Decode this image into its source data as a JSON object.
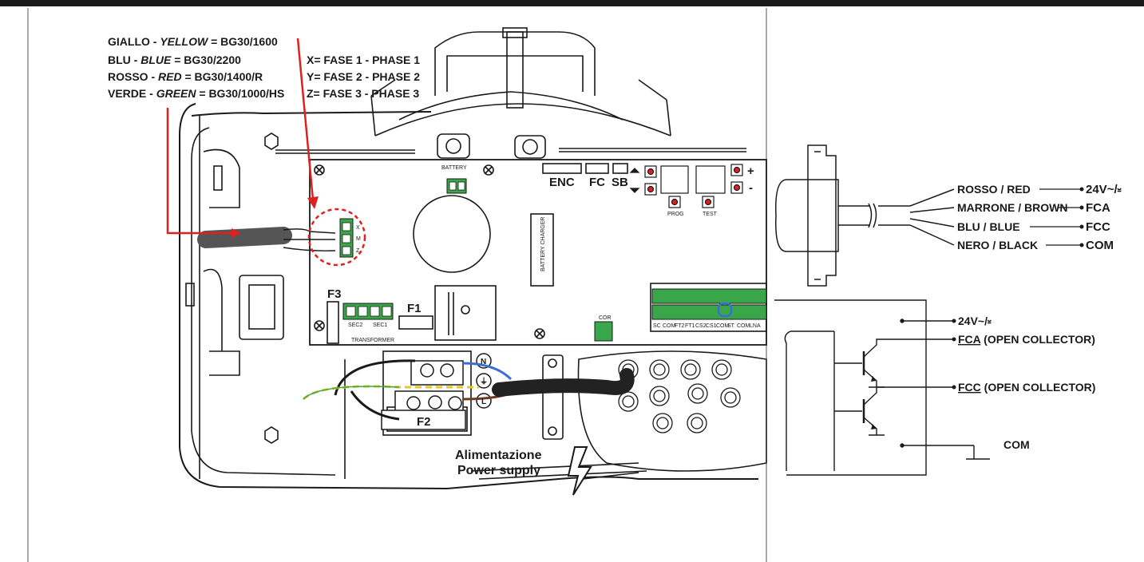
{
  "legend_colors": {
    "yellow": {
      "prefix": "GIALLO - ",
      "italic": "YELLOW",
      "suffix": "  = BG30/1600"
    },
    "blue": {
      "prefix": "BLU - ",
      "italic": "BLUE",
      "suffix": " = BG30/2200"
    },
    "red": {
      "prefix": "ROSSO - ",
      "italic": "RED",
      "suffix": " = BG30/1400/R"
    },
    "green": {
      "prefix": "VERDE - ",
      "italic": "GREEN",
      "suffix": "  = BG30/1000/HS"
    }
  },
  "phases": [
    "X= FASE 1 - PHASE 1",
    "Y= FASE 2 - PHASE 2",
    "Z= FASE 3 - PHASE 3"
  ],
  "pcb": {
    "battery": "BATTERY",
    "battery_charger": "BATTERY CHARGER",
    "enc": "ENC",
    "fc": "FC",
    "sb": "SB",
    "prog": "PROG",
    "test": "TEST",
    "plus": "+",
    "minus": "-",
    "f1": "F1",
    "f2": "F2",
    "f3": "F3",
    "sec2": "SEC2",
    "sec1": "SEC1",
    "transformer": "TRANSFORMER",
    "cor": "COR",
    "motor_terminals": [
      "X",
      "M",
      "Z"
    ],
    "supply_terminals": [
      "N",
      "⏚",
      "L"
    ],
    "bottom_terminals": [
      "SC",
      "COM",
      "FT2",
      "FT1",
      "CS2",
      "CS1",
      "COM",
      "ST",
      "COM",
      "LNA"
    ]
  },
  "power_supply": [
    "Alimentazione",
    "Power supply"
  ],
  "cable": {
    "wires": [
      {
        "label": "ROSSO / RED",
        "signal": "24V~/⏓"
      },
      {
        "label": "MARRONE / BROWN",
        "signal": "FCA"
      },
      {
        "label": "BLU / BLUE",
        "signal": "FCC"
      },
      {
        "label": "NERO / BLACK",
        "signal": "COM"
      }
    ]
  },
  "schematic": {
    "supply": "24V~/⏓",
    "fca_u": "FCA",
    "fca_rest": " (OPEN COLLECTOR)",
    "fcc_u": "FCC",
    "fcc_rest": " (OPEN COLLECTOR)",
    "com": "COM"
  },
  "colors": {
    "callout_red": "#e02020",
    "terminal_green": "#3aa64a",
    "wire_blue": "#3a6fd1",
    "wire_brown": "#6b3a1f",
    "wire_yellow": "#e8c62a"
  }
}
